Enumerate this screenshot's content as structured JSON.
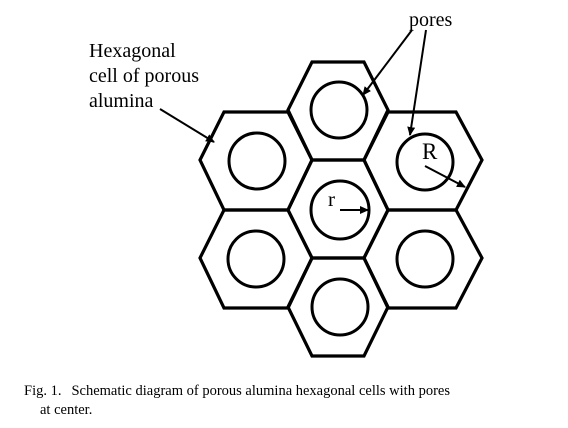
{
  "diagram": {
    "labels": {
      "pores": "pores",
      "hex_cell_line1": "Hexagonal",
      "hex_cell_line2": "cell of porous",
      "hex_cell_line3": "alumina",
      "R": "R",
      "r": "r"
    }
  },
  "caption": {
    "fig_number": "Fig. 1.",
    "line1": "Schematic diagram of porous alumina hexagonal cells with pores",
    "line2": "at center."
  }
}
